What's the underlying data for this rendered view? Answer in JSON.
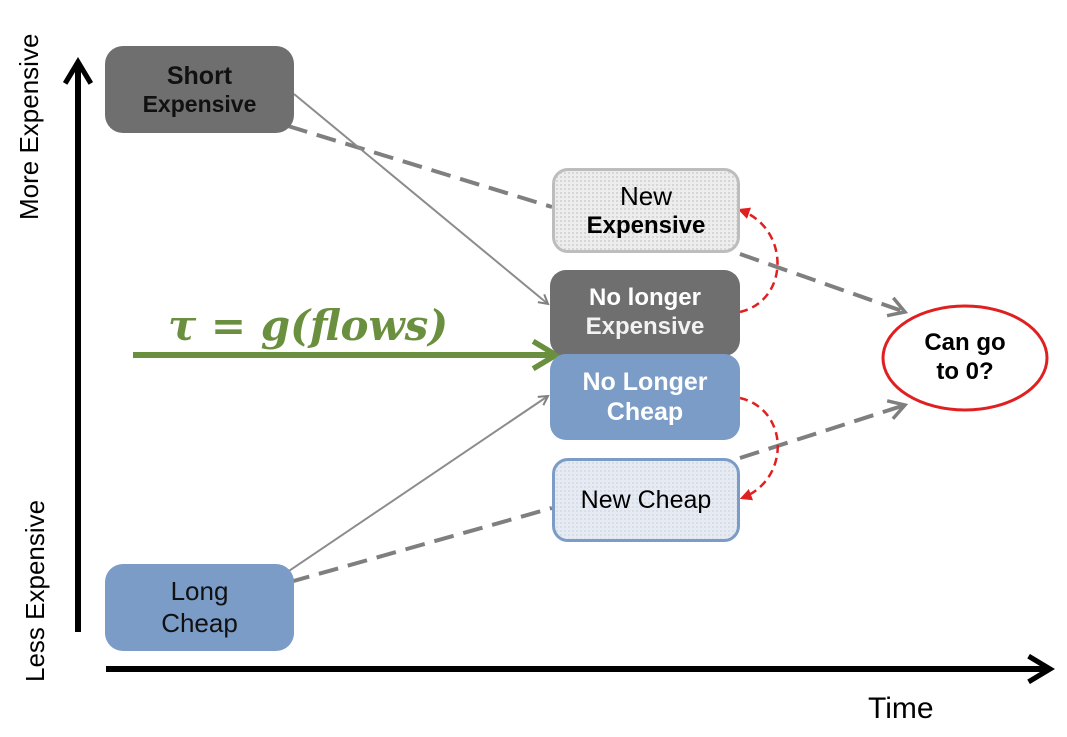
{
  "axes": {
    "y_top_label": "More Expensive",
    "y_bottom_label": "Less Expensive",
    "x_label": "Time"
  },
  "formula": "τ = g(flows)",
  "boxes": {
    "short_expensive": {
      "line1": "Short",
      "line2": "Expensive"
    },
    "new_expensive": {
      "line1": "New",
      "line2": "Expensive"
    },
    "no_longer_expensive": {
      "line1": "No longer",
      "line2": "Expensive"
    },
    "no_longer_cheap": {
      "line1": "No Longer",
      "line2": "Cheap"
    },
    "new_cheap": {
      "line1": "New Cheap"
    },
    "long_cheap": {
      "line1": "Long",
      "line2": "Cheap"
    },
    "can_go_to_zero": {
      "line1": "Can go",
      "line2": "to 0?"
    }
  },
  "colors": {
    "dark_gray": "#6f6f6f",
    "blue": "#7a9cc6",
    "green": "#6a8f3f",
    "red": "#e02020",
    "dash_gray": "#7f7f7f"
  }
}
